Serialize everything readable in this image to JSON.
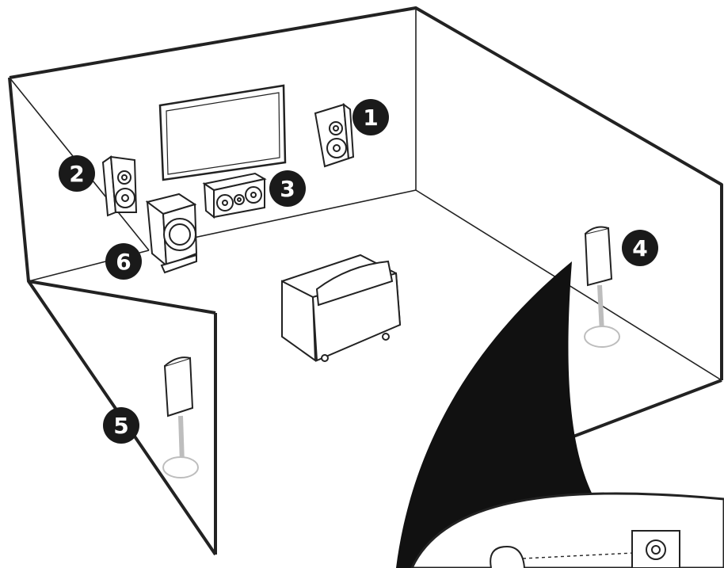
{
  "badges": [
    {
      "id": "front-right",
      "label": "1"
    },
    {
      "id": "front-left",
      "label": "2"
    },
    {
      "id": "center",
      "label": "3"
    },
    {
      "id": "surround-right",
      "label": "4"
    },
    {
      "id": "surround-left",
      "label": "5"
    },
    {
      "id": "subwoofer",
      "label": "6"
    }
  ],
  "colors": {
    "line": "#222222",
    "fill": "#ffffff",
    "badge": "#1a1a1a",
    "stand": "#bdbdbd"
  }
}
